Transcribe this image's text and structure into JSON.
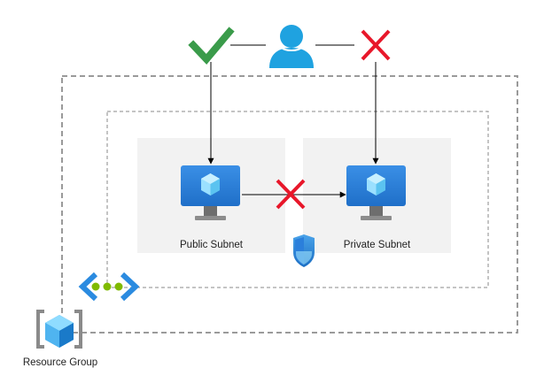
{
  "labels": {
    "public_subnet": "Public Subnet",
    "private_subnet": "Private Subnet",
    "resource_group": "Resource Group"
  },
  "icons": {
    "allowed": "checkmark-icon",
    "blocked": "cross-icon",
    "user": "user-icon",
    "vm": "virtual-machine-icon",
    "nsg": "shield-icon",
    "vnet": "virtual-network-icon",
    "resource_group": "resource-group-icon"
  },
  "colors": {
    "check": "#3A9B4A",
    "cross": "#E8172A",
    "user": "#1FA2E0",
    "subnet_fill": "#F2F2F2",
    "boundary": "#999999",
    "vm_blue": "#2B7FDB",
    "vnet_green": "#7FBA00"
  }
}
